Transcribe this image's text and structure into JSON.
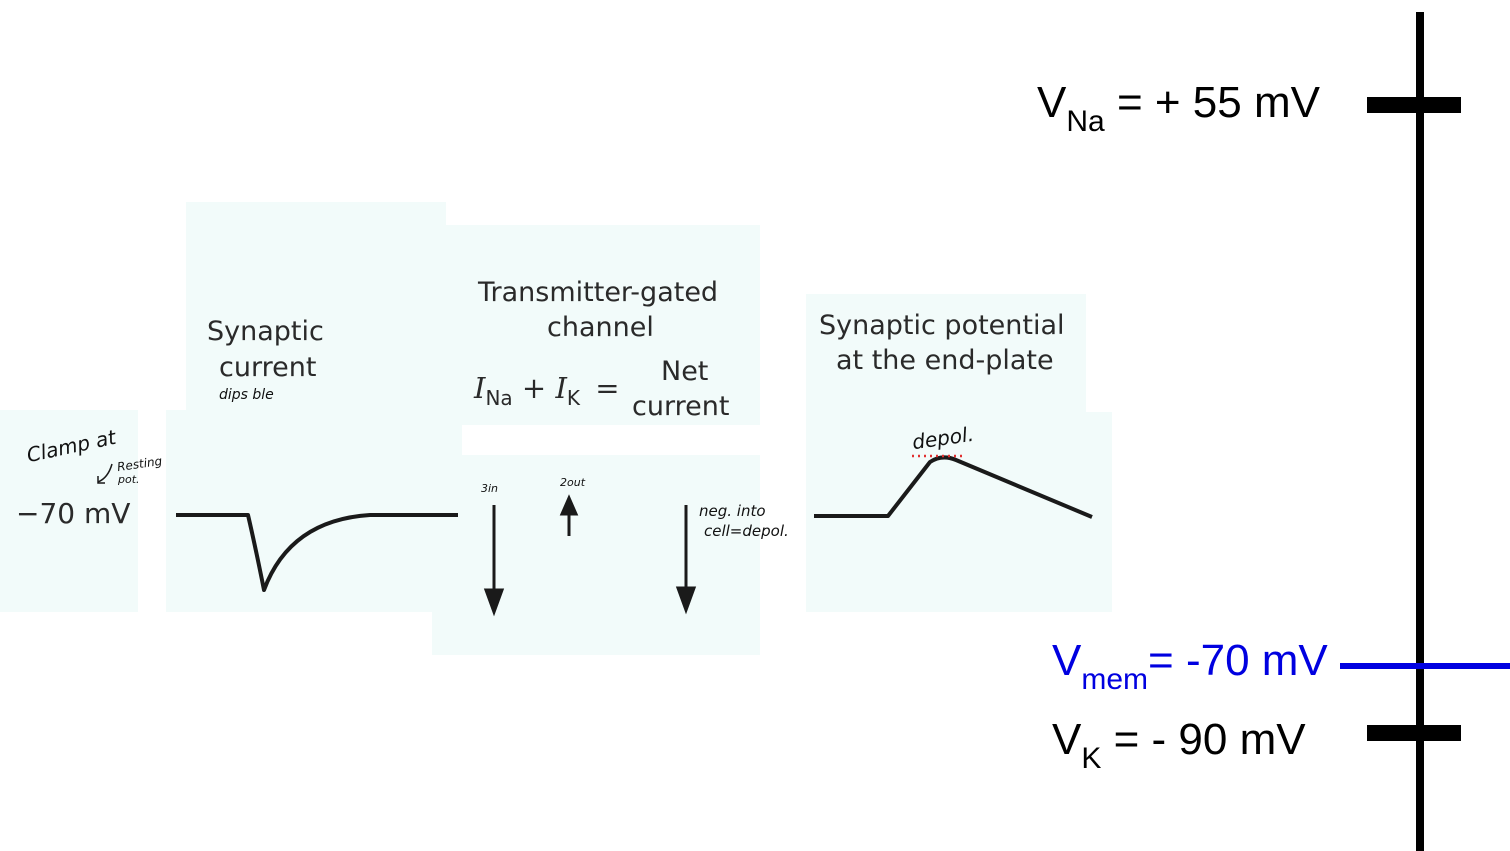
{
  "panels": {
    "synaptic_current": {
      "title_line1": "Synaptic",
      "title_line2": "current",
      "note": "dips ble"
    },
    "channel": {
      "title_line1": "Transmitter-gated",
      "title_line2": "channel",
      "eq_ina": "I",
      "eq_ina_sub": "Na",
      "eq_plus": "+",
      "eq_ik": "I",
      "eq_ik_sub": "K",
      "eq_equals": "=",
      "net_line1": "Net",
      "net_line2": "current",
      "arrow_in_note": "3in",
      "arrow_out_note": "2out",
      "net_note_line1": "neg. into",
      "net_note_line2": "cell=depol."
    },
    "synaptic_potential": {
      "title_line1": "Synaptic potential",
      "title_line2": "at the end-plate",
      "note": "depol."
    }
  },
  "clamp": {
    "note_line1": "Clamp at",
    "note_line2": "Resting",
    "note_line3": "pot.",
    "value": "−70 mV"
  },
  "scale": {
    "vna": {
      "symbol": "V",
      "sub": "Na",
      "rest": "= + 55 mV",
      "value_mv": 55
    },
    "vmem": {
      "symbol": "V",
      "sub": "mem",
      "rest": "= -70 mV",
      "value_mv": -70,
      "color": "#0000e0"
    },
    "vk": {
      "symbol": "V",
      "sub": "K",
      "rest": "= - 90 mV",
      "value_mv": -90
    }
  },
  "colors": {
    "panel_bg": "#f2fbfa",
    "trace": "#1a1a1a",
    "vmem_line": "#0000e0",
    "dotted_underline": "#e03030"
  }
}
